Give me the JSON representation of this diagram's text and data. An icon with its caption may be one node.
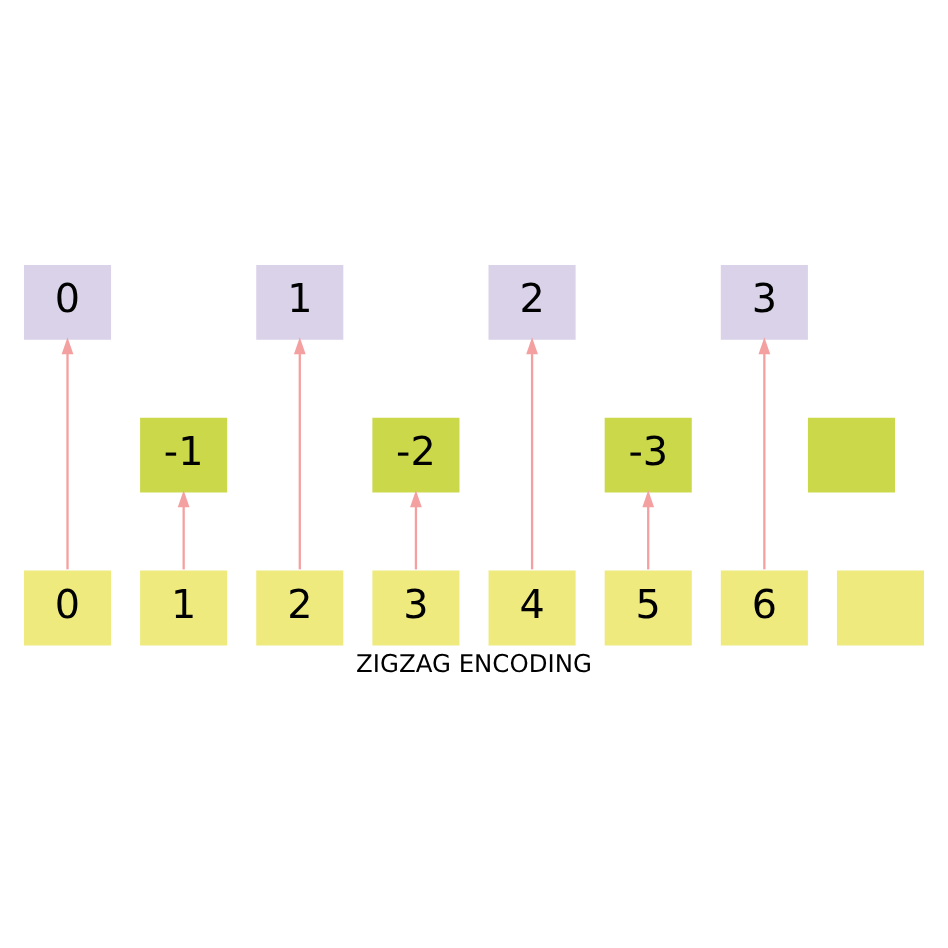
{
  "diagram": {
    "caption": "ZIGZAG ENCODING",
    "nodes": [
      {
        "text": [
          "0"
        ]
      },
      {
        "text": [
          "1"
        ]
      },
      {
        "text": [
          "2"
        ]
      },
      {
        "text": [
          "3"
        ]
      },
      {
        "text": [
          "-1"
        ]
      },
      {
        "text": [
          "-2"
        ]
      },
      {
        "text": [
          "-3"
        ]
      },
      {
        "text": [],
        "shape": "box"
      },
      {
        "text": [
          "0"
        ]
      },
      {
        "text": [
          "1"
        ]
      },
      {
        "text": [
          "2"
        ]
      },
      {
        "text": [
          "3"
        ]
      },
      {
        "text": [
          "4"
        ]
      },
      {
        "text": [
          "5"
        ]
      },
      {
        "text": [
          "6"
        ]
      },
      {
        "text": [],
        "shape": "box"
      }
    ],
    "edges": [
      {
        "from": 8,
        "to": 0,
        "arrow": "to"
      },
      {
        "from": 9,
        "to": 4,
        "arrow": "to"
      },
      {
        "from": 10,
        "to": 1,
        "arrow": "to"
      },
      {
        "from": 11,
        "to": 5,
        "arrow": "to"
      },
      {
        "from": 12,
        "to": 2,
        "arrow": "to"
      },
      {
        "from": 13,
        "to": 6,
        "arrow": "to"
      },
      {
        "from": 14,
        "to": 3,
        "arrow": "to"
      }
    ]
  }
}
